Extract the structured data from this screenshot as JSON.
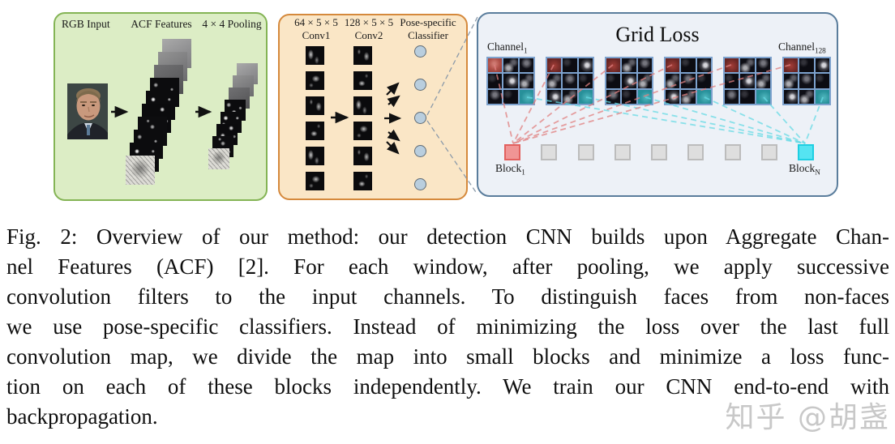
{
  "figure": {
    "green_panel": {
      "label_rgb_input": "RGB Input",
      "label_acf_features": "ACF Features",
      "label_pooling": "4 × 4 Pooling",
      "num_acf_maps": 10,
      "num_pooled_maps": 8
    },
    "orange_panel": {
      "conv1_dims": "64 × 5 × 5",
      "conv1_name": "Conv1",
      "conv2_dims": "128 × 5 × 5",
      "conv2_name": "Conv2",
      "classifier_line1": "Pose-specific",
      "classifier_line2": "Classifier",
      "num_conv1_maps": 6,
      "num_conv2_maps": 6,
      "num_classifier_nodes": 5
    },
    "grid_loss_panel": {
      "title": "Grid Loss",
      "channel_first": {
        "base": "Channel",
        "sub": "1"
      },
      "channel_last": {
        "base": "Channel",
        "sub": "128"
      },
      "block_first": {
        "base": "Block",
        "sub": "1"
      },
      "block_last": {
        "base": "Block",
        "sub": "N"
      },
      "num_channel_grids": 6,
      "grid_rows": 3,
      "grid_cols": 3,
      "num_blocks": 9
    },
    "colors": {
      "green_panel_bg": "#dcedc5",
      "green_panel_border": "#84b455",
      "orange_panel_bg": "#fae6c6",
      "orange_panel_border": "#d5893c",
      "grid_panel_bg": "#edf1f7",
      "grid_panel_border": "#5a7d9c",
      "classifier_node_fill": "#b9cede",
      "classifier_node_stroke": "#5f6b75",
      "block_red_fill": "#f09595",
      "block_red_border": "#e2605e",
      "block_gray_fill": "#dedede",
      "block_gray_border": "#bcbcbc",
      "block_cyan_fill": "#55e4f2",
      "block_cyan_border": "#1ecfe2",
      "loss_line_red": "#e08080",
      "loss_line_cyan": "#66d9e4",
      "grid_line": "#7da2ce",
      "arrow_black": "#111111",
      "connector_gray": "#8b9aa9"
    }
  },
  "caption": {
    "lines": [
      "Fig. 2: Overview of our method: our detection CNN builds upon Aggregate Chan-",
      "nel Features (ACF) [2]. For each window, after pooling, we apply successive",
      "convolution filters to the input channels. To distinguish faces from non-faces",
      "we use pose-specific classifiers. Instead of minimizing the loss over the last full",
      "convolution map, we divide the map into small blocks and minimize a loss func-",
      "tion on each of these blocks independently. We train our CNN end-to-end with",
      "backpropagation."
    ]
  },
  "watermark": {
    "text": "知乎 @胡盏"
  }
}
